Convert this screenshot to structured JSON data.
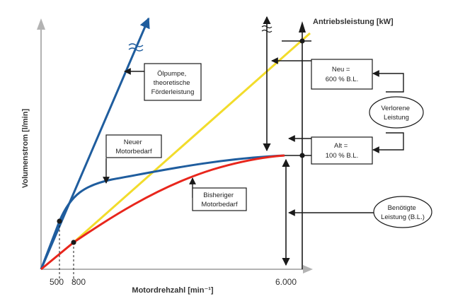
{
  "axes": {
    "y_label": "Volumenstrom [l/min]",
    "x_label": "Motordrehzahl [min⁻¹]",
    "right_axis_label": "Antriebsleistung [kW]",
    "x_ticks": [
      "500",
      "800",
      "6.000"
    ]
  },
  "labels": {
    "oelpumpe": [
      "Ölpumpe,",
      "theoretische",
      "Förderleistung"
    ],
    "neuer_motorbedarf": [
      "Neuer",
      "Motorbedarf"
    ],
    "bisheriger_motorbedarf": [
      "Bisheriger",
      "Motorbedarf"
    ],
    "neu": [
      "Neu =",
      "600 % B.L."
    ],
    "alt": [
      "Alt =",
      "100 % B.L."
    ],
    "verlorene_leistung": [
      "Verlorene",
      "Leistung"
    ],
    "benoetigte_leistung": [
      "Benötigte",
      "Leistung (B.L.)"
    ]
  },
  "colors": {
    "pump_line": "#1f5d9e",
    "new_demand": "#1f5d9e",
    "old_demand": "#e8261c",
    "power_line": "#f2dc2b",
    "axis": "#b3b3b3",
    "arrows": "#1a1a1a"
  }
}
